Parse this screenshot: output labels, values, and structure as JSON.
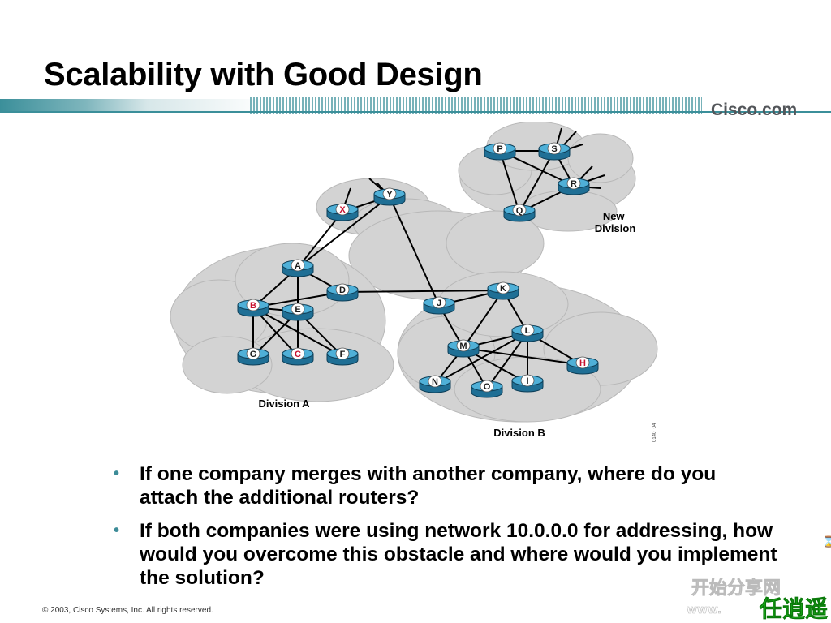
{
  "slide": {
    "title": "Scalability with Good Design",
    "brand": "Cisco.com",
    "copyright": "© 2003, Cisco Systems, Inc. All rights reserved.",
    "figure_id": "0140_04"
  },
  "diagram": {
    "clouds": [
      {
        "id": "new-division",
        "label": "New\nDivision"
      },
      {
        "id": "division-a",
        "label": "Division A"
      },
      {
        "id": "division-b",
        "label": "Division B"
      }
    ],
    "routers": [
      {
        "id": "P",
        "color": "#1a1a1a"
      },
      {
        "id": "S",
        "color": "#1a1a1a"
      },
      {
        "id": "R",
        "color": "#1a1a1a"
      },
      {
        "id": "Q",
        "color": "#1a1a1a"
      },
      {
        "id": "X",
        "color": "#c8102e"
      },
      {
        "id": "Y",
        "color": "#1a1a1a"
      },
      {
        "id": "A",
        "color": "#1a1a1a"
      },
      {
        "id": "D",
        "color": "#1a1a1a"
      },
      {
        "id": "B",
        "color": "#c8102e"
      },
      {
        "id": "E",
        "color": "#1a1a1a"
      },
      {
        "id": "G",
        "color": "#1a1a1a"
      },
      {
        "id": "C",
        "color": "#c8102e"
      },
      {
        "id": "F",
        "color": "#1a1a1a"
      },
      {
        "id": "J",
        "color": "#1a1a1a"
      },
      {
        "id": "K",
        "color": "#1a1a1a"
      },
      {
        "id": "L",
        "color": "#1a1a1a"
      },
      {
        "id": "M",
        "color": "#1a1a1a"
      },
      {
        "id": "H",
        "color": "#c8102e"
      },
      {
        "id": "N",
        "color": "#1a1a1a"
      },
      {
        "id": "O",
        "color": "#1a1a1a"
      },
      {
        "id": "I",
        "color": "#1a1a1a"
      }
    ],
    "links": [
      [
        "P",
        "S"
      ],
      [
        "P",
        "R"
      ],
      [
        "P",
        "Q"
      ],
      [
        "S",
        "R"
      ],
      [
        "S",
        "Q"
      ],
      [
        "R",
        "Q"
      ],
      [
        "X",
        "Y"
      ],
      [
        "X",
        "A"
      ],
      [
        "Y",
        "A"
      ],
      [
        "Y",
        "J"
      ],
      [
        "A",
        "B"
      ],
      [
        "A",
        "E"
      ],
      [
        "A",
        "D"
      ],
      [
        "D",
        "B"
      ],
      [
        "D",
        "K"
      ],
      [
        "B",
        "E"
      ],
      [
        "B",
        "G"
      ],
      [
        "B",
        "C"
      ],
      [
        "B",
        "F"
      ],
      [
        "E",
        "G"
      ],
      [
        "E",
        "C"
      ],
      [
        "E",
        "F"
      ],
      [
        "J",
        "K"
      ],
      [
        "J",
        "M"
      ],
      [
        "K",
        "M"
      ],
      [
        "K",
        "L"
      ],
      [
        "L",
        "M"
      ],
      [
        "L",
        "N"
      ],
      [
        "L",
        "O"
      ],
      [
        "L",
        "I"
      ],
      [
        "L",
        "H"
      ],
      [
        "M",
        "N"
      ],
      [
        "M",
        "O"
      ],
      [
        "M",
        "I"
      ],
      [
        "M",
        "H"
      ]
    ]
  },
  "bullets": [
    "If one company merges with another company, where do you attach the additional routers?",
    "If both companies were using network 10.0.0.0 for addressing, how would you overcome this obstacle and where would you implement the solution?"
  ],
  "watermark": {
    "line1": "开始分享网",
    "line2": "www.",
    "line3": "任逍遥"
  }
}
